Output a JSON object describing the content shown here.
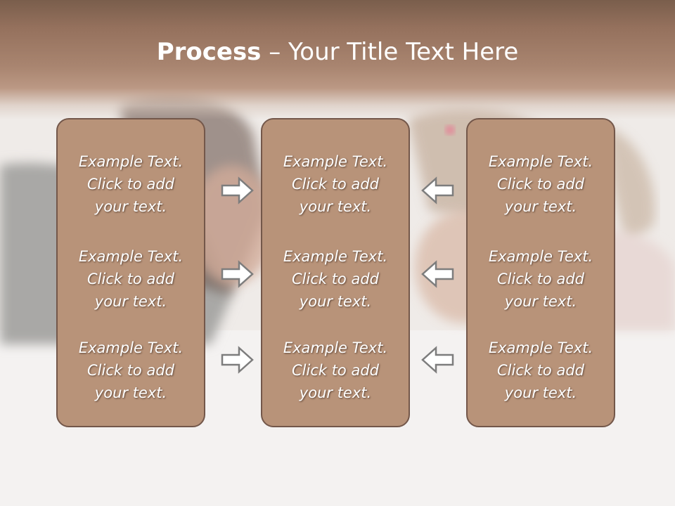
{
  "title": {
    "bold": "Process",
    "rest": " – Your Title Text Here"
  },
  "columns": [
    {
      "items": [
        {
          "lines": [
            "Example Text.",
            "Click  to add",
            "your text."
          ]
        },
        {
          "lines": [
            "Example Text.",
            "Click  to add",
            "your text."
          ]
        },
        {
          "lines": [
            "Example Text.",
            "Click  to add",
            "your text."
          ]
        }
      ]
    },
    {
      "items": [
        {
          "lines": [
            "Example Text.",
            "Click  to add",
            "your text."
          ]
        },
        {
          "lines": [
            "Example Text.",
            "Click  to add",
            "your text."
          ]
        },
        {
          "lines": [
            "Example Text.",
            "Click  to add",
            "your text."
          ]
        }
      ]
    },
    {
      "items": [
        {
          "lines": [
            "Example Text.",
            "Click  to add",
            "your text."
          ]
        },
        {
          "lines": [
            "Example Text.",
            "Click  to add",
            "your text."
          ]
        },
        {
          "lines": [
            "Example Text.",
            "Click  to add",
            "your text."
          ]
        }
      ]
    }
  ],
  "arrows": {
    "left": [
      "arrow-right-icon",
      "arrow-right-icon",
      "arrow-right-icon"
    ],
    "right": [
      "arrow-left-icon",
      "arrow-left-icon",
      "arrow-left-icon"
    ]
  },
  "colors": {
    "box_fill": "#b89379",
    "box_border": "#73574a",
    "header": "#95715d",
    "arrow_stroke": "#7d7d7d",
    "arrow_fill": "#ffffff"
  }
}
